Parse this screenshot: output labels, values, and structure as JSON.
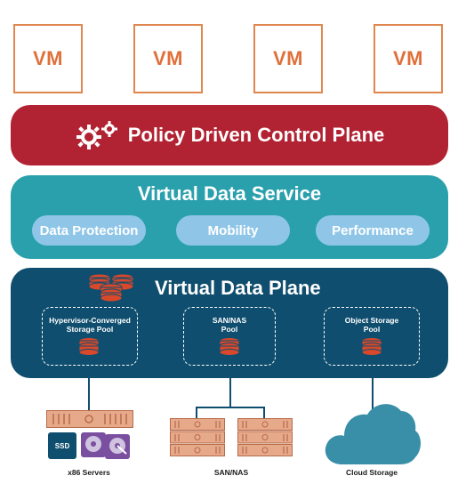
{
  "vms": [
    "VM",
    "VM",
    "VM",
    "VM"
  ],
  "control_plane": {
    "title": "Policy Driven Control Plane",
    "icon": "gears-icon"
  },
  "data_service": {
    "title": "Virtual Data Service",
    "services": [
      "Data Protection",
      "Mobility",
      "Performance"
    ]
  },
  "data_plane": {
    "title": "Virtual Data Plane",
    "pools": [
      {
        "line1": "Hypervisor-Converged",
        "line2": "Storage Pool"
      },
      {
        "line1": "SAN/NAS",
        "line2": "Pool"
      },
      {
        "line1": "Object Storage",
        "line2": "Pool"
      }
    ]
  },
  "hardware": {
    "ssd_label": "SSD",
    "captions": [
      "x86 Servers",
      "SAN/NAS",
      "Cloud Storage"
    ]
  },
  "colors": {
    "vm_border": "#e0874f",
    "control_plane": "#b12232",
    "data_service": "#2aa0ad",
    "service_pill": "#8fc6e8",
    "data_plane": "#0f4e6e",
    "storage_icon": "#d9482b",
    "hardware_tan": "#e6a98a",
    "cloud": "#3a8fa8"
  }
}
